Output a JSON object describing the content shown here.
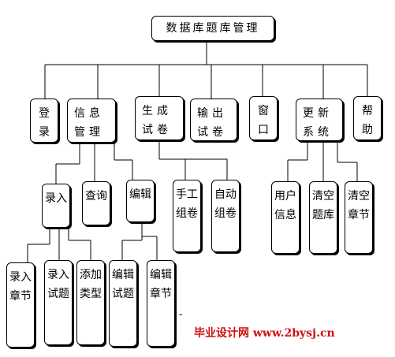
{
  "diagram": {
    "root": "数据库题库管理",
    "level1": [
      "登录",
      "信息管理",
      "生成试卷",
      "输出试卷",
      "窗口",
      "更新系统",
      "帮助"
    ],
    "info_children": [
      "录入",
      "查询",
      "编辑"
    ],
    "gen_children": [
      "手工组卷",
      "自动组卷"
    ],
    "update_children": [
      "用户信息",
      "清空题库",
      "清空章节"
    ],
    "entry_children": [
      "录入章节",
      "录入试题",
      "添加类型"
    ],
    "edit_children": [
      "编辑试题",
      "编辑章节"
    ]
  },
  "watermark": "毕业设计网 www.2bysj.cn",
  "colors": {
    "line": "#000000",
    "watermark": "#d01010"
  }
}
